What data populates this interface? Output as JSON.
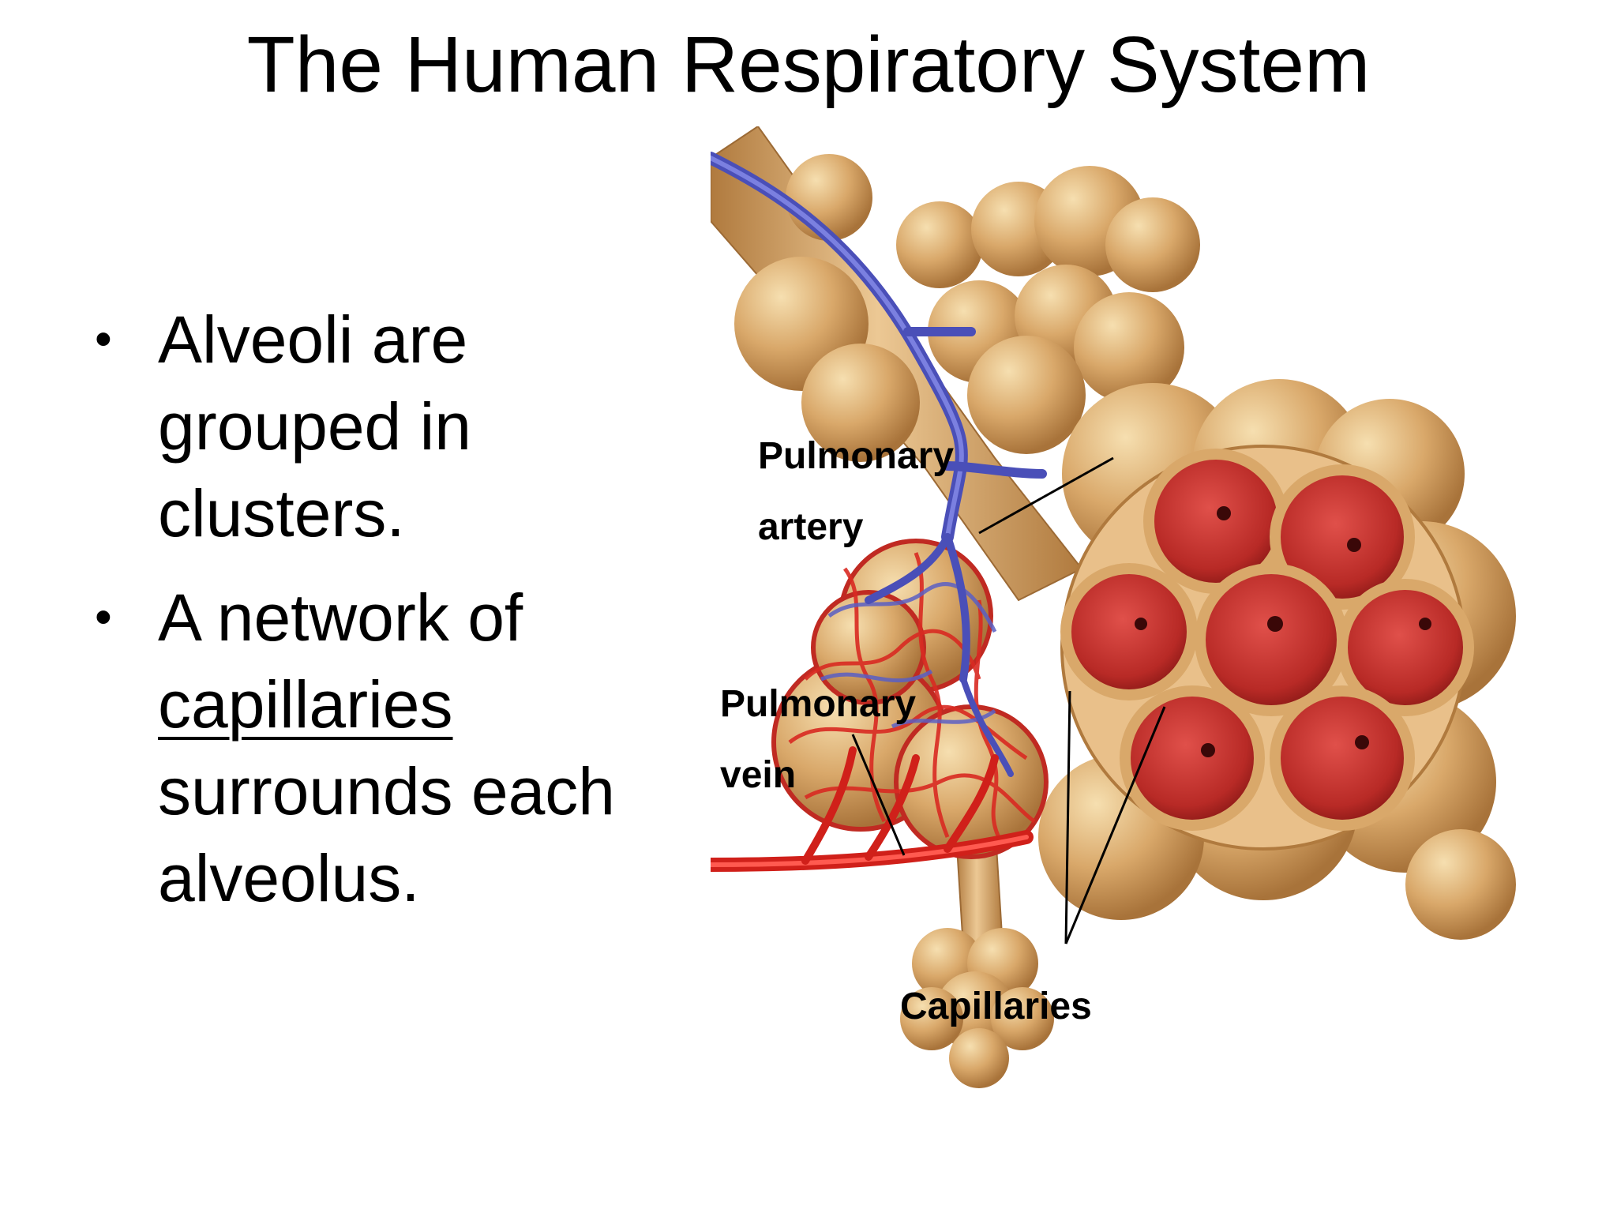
{
  "title": "The Human Respiratory System",
  "bullets": [
    {
      "lines": [
        "Alveoli are",
        "grouped in",
        "clusters."
      ]
    },
    {
      "lines": [
        "A network of",
        "capillaries",
        "surrounds each",
        "alveolus."
      ],
      "underlined_line": "capillaries"
    }
  ],
  "figure": {
    "labels": {
      "pulmonary_artery_line1": "Pulmonary",
      "pulmonary_artery_line2": "artery",
      "pulmonary_vein_line1": "Pulmonary",
      "pulmonary_vein_line2": "vein",
      "capillaries": "Capillaries"
    },
    "colors": {
      "alveolus_tan": "#d9a86a",
      "alveolus_shadow": "#b07a3e",
      "alveolus_cut_red": "#c9302c",
      "artery_blue": "#5a5fc4",
      "vein_red": "#e3201b"
    }
  }
}
